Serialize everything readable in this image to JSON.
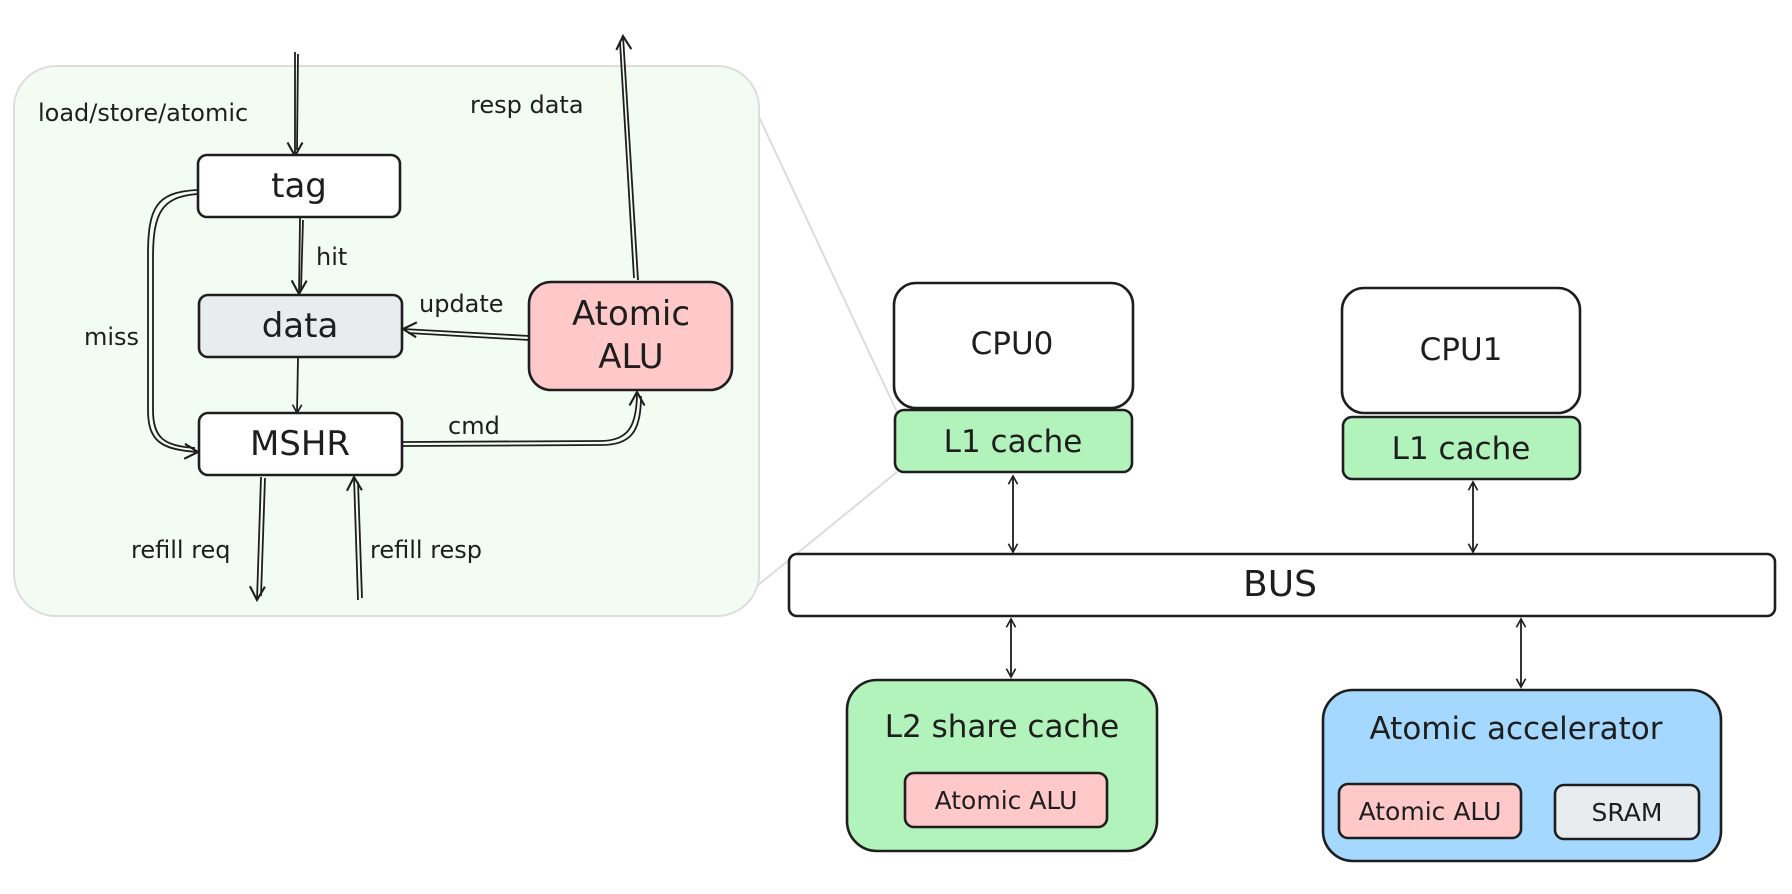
{
  "colors": {
    "stroke": "#1e1e1e",
    "zoom_panel_fill": "#f3fcf3",
    "zoom_panel_border": "#dddddd",
    "white": "#ffffff",
    "data_fill": "#e9ecef",
    "atomic_alu_fill": "#ffc9c9",
    "cache_green": "#b2f2bb",
    "accelerator_blue": "#a5d8ff",
    "sram_fill": "#e9ecef"
  },
  "detail": {
    "input_label": "load/store/atomic",
    "output_label": "resp data",
    "tag": "tag",
    "data": "data",
    "mshr": "MSHR",
    "atomic_alu": [
      "Atomic",
      "ALU"
    ],
    "hit_label": "hit",
    "miss_label": "miss",
    "update_label": "update",
    "cmd_label": "cmd",
    "refill_req_label": "refill req",
    "refill_resp_label": "refill resp"
  },
  "system": {
    "cpu0": "CPU0",
    "cpu1": "CPU1",
    "l1_cache_0": "L1 cache",
    "l1_cache_1": "L1 cache",
    "bus": "BUS",
    "l2_cache": "L2 share cache",
    "l2_atomic_alu": "Atomic ALU",
    "accelerator": "Atomic accelerator",
    "accel_atomic_alu": "Atomic ALU",
    "sram": "SRAM"
  }
}
